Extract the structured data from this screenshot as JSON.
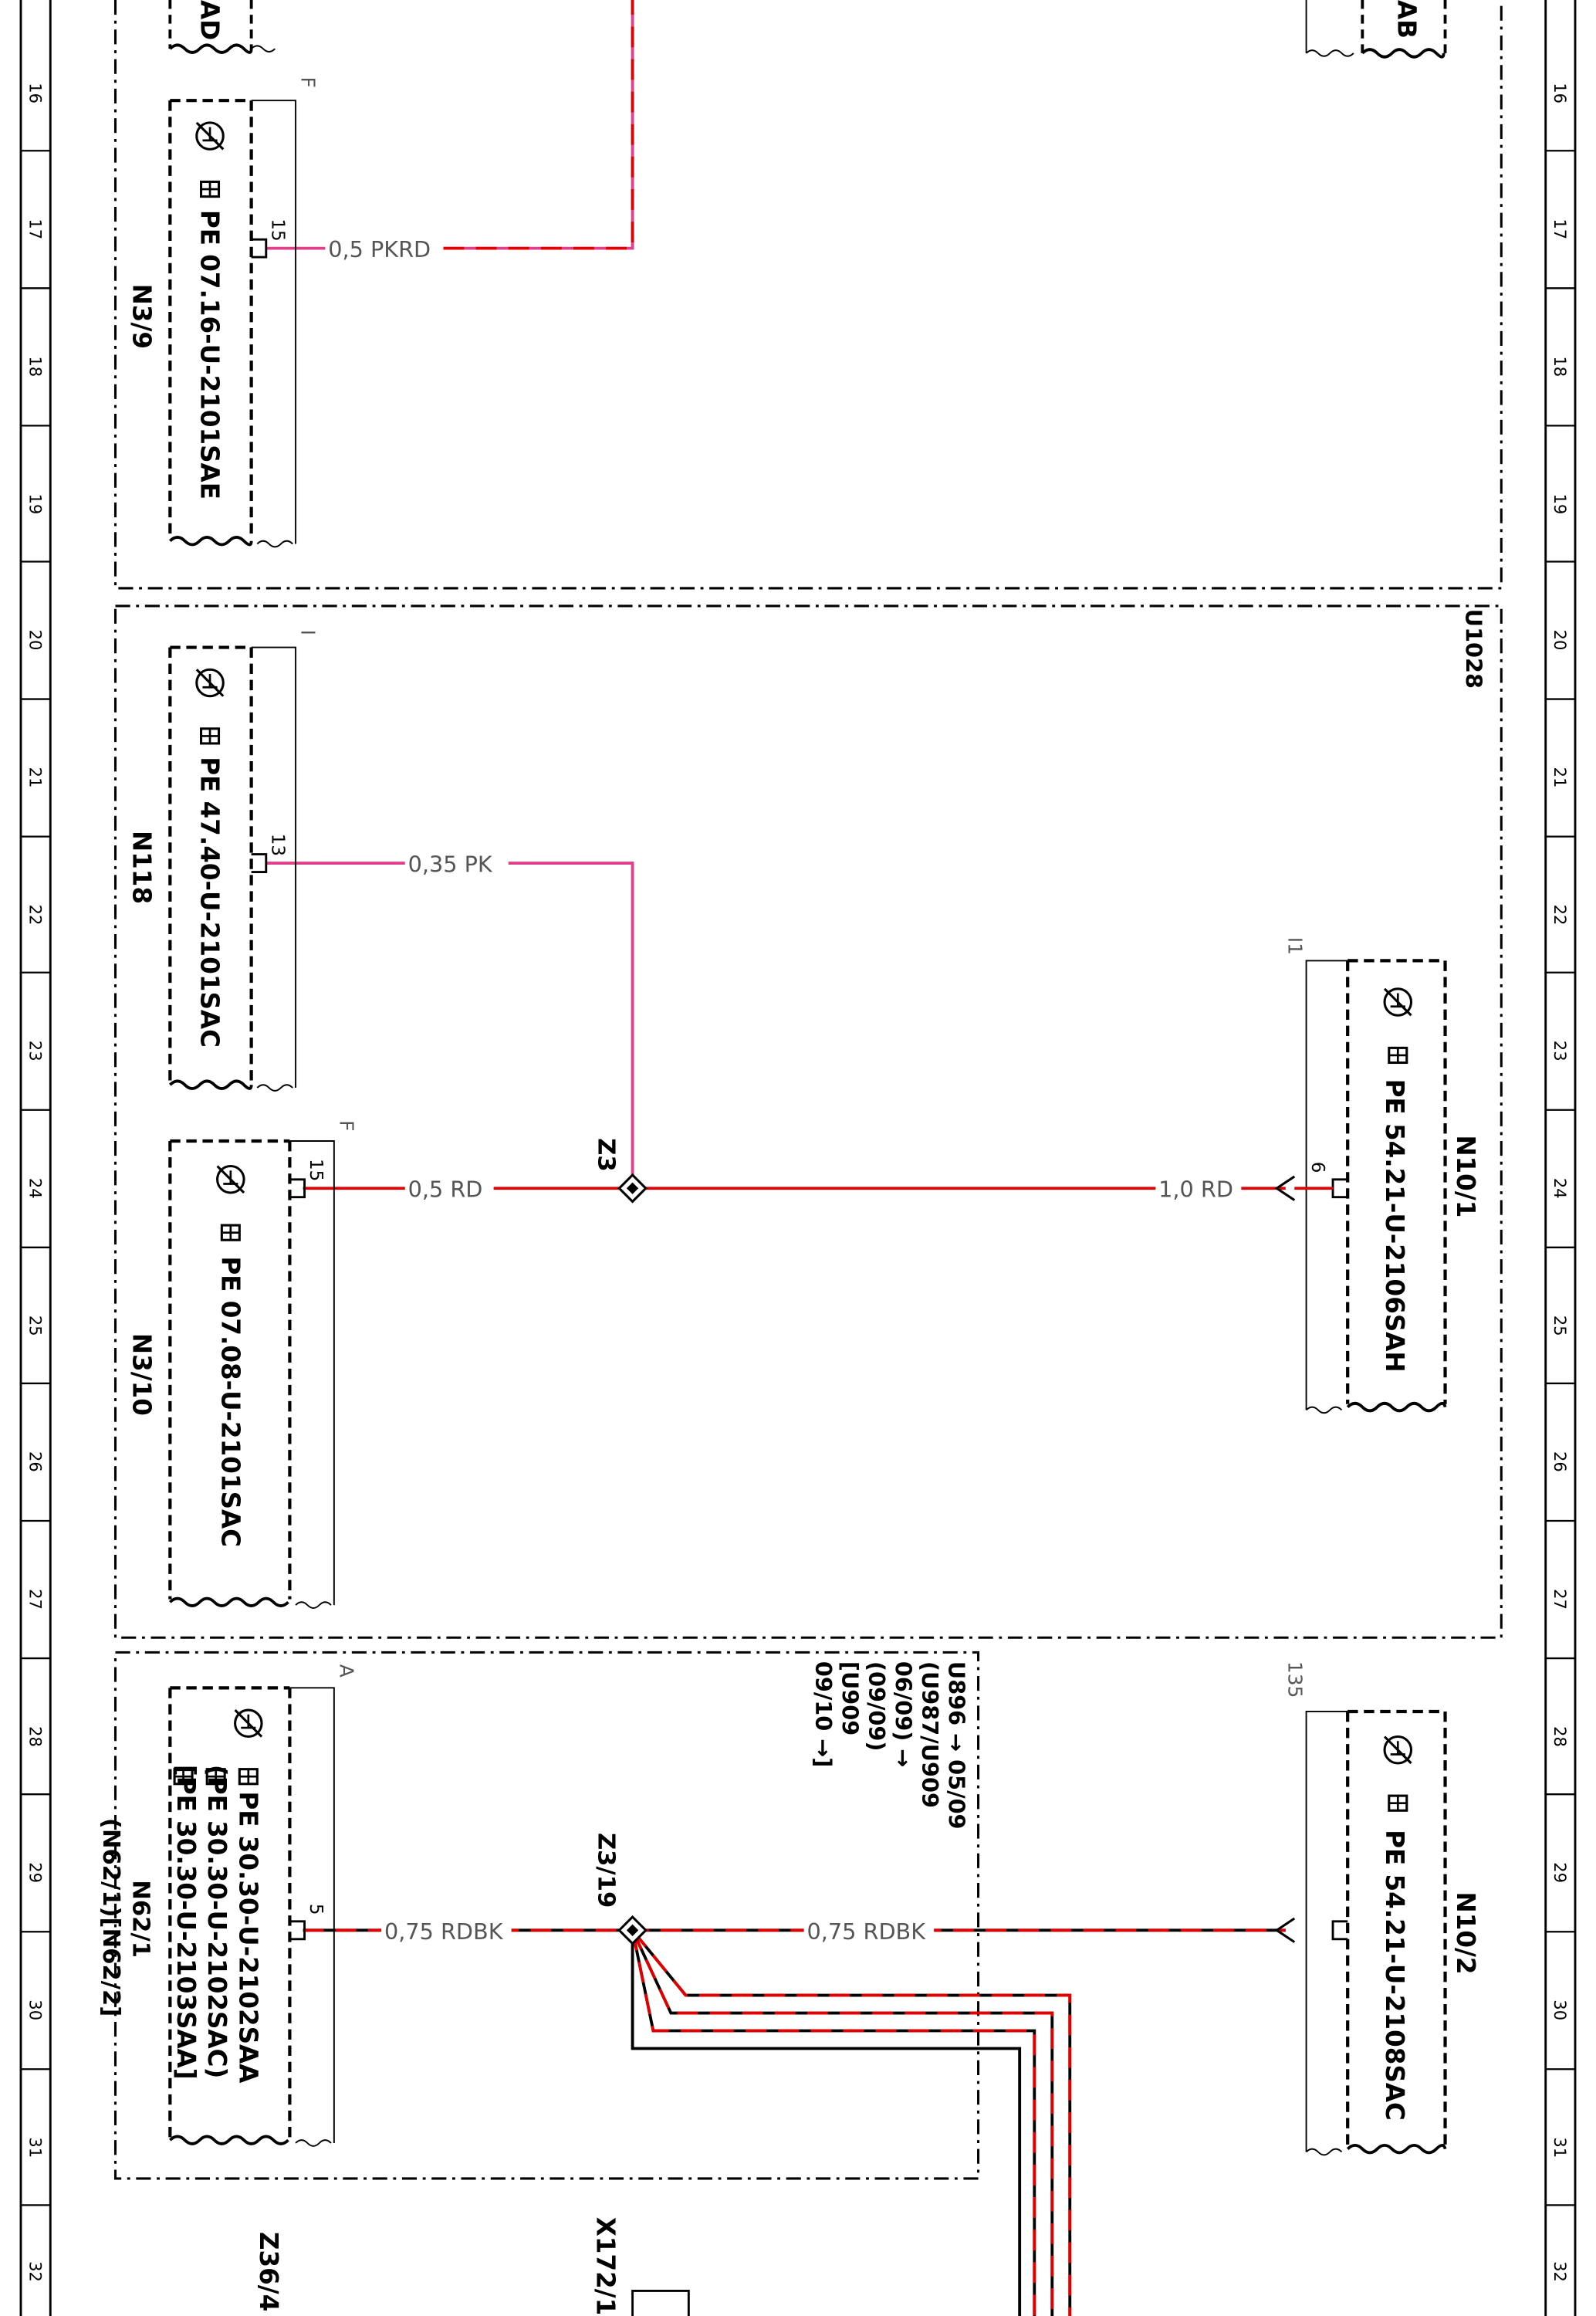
{
  "ruler": {
    "numbers": [
      "16",
      "17",
      "18",
      "19",
      "20",
      "21",
      "22",
      "23",
      "24",
      "25",
      "26",
      "27",
      "28",
      "29",
      "30",
      "31",
      "32"
    ]
  },
  "top_stubs": {
    "left": "AD",
    "right": "AB"
  },
  "modules": {
    "n3_9": {
      "code": "N3/9",
      "ref": "PE  07.16-U-2101SAE",
      "connector": "F",
      "pin": "15"
    },
    "n118": {
      "code": "N118",
      "ref": "PE  47.40-U-2101SAC",
      "connector": "I",
      "pin": "13"
    },
    "n3_10": {
      "code": "N3/10",
      "ref": "PE  07.08-U-2101SAC",
      "connector": "F",
      "pin": "15"
    },
    "n10_1": {
      "code": "N10/1",
      "ref": "PE  54.21-U-2106SAH",
      "connector": "I1",
      "pin": "6"
    },
    "n62_1": {
      "code": "N62/1",
      "code_sub": "(N62/1)[N62/2]",
      "refs": [
        "PE  30.30-U-2102SAA",
        "(PE  30.30-U-2102SAC)",
        "[PE  30.30-U-2103SAA]"
      ],
      "connector": "A",
      "pin": "5"
    },
    "n10_2": {
      "code": "N10/2",
      "ref": "PE  54.21-U-2108SAC",
      "connector": "135",
      "pin": ""
    }
  },
  "group_label": "U1028",
  "wires": {
    "pkrd": "0,5 PKRD",
    "pk": "0,35 PK",
    "rd_a": "0,5 RD",
    "rd_b": "1,0 RD",
    "rdbk_a": "0,75 RDBK",
    "rdbk_b": "0,75 RDBK"
  },
  "splices": {
    "z3": "Z3",
    "z3_19": "Z3/19"
  },
  "notes": [
    "U896 → 05/09",
    "(U987/U909",
    "06/09) →",
    "(09/09)",
    "[U909",
    "09/10 →]"
  ],
  "bottom_labels": {
    "z36": "Z36/4",
    "x172": "X172/1"
  },
  "colors": {
    "red": "#e00000",
    "pink": "#e0408a",
    "line": "#000000",
    "label": "#555555"
  }
}
